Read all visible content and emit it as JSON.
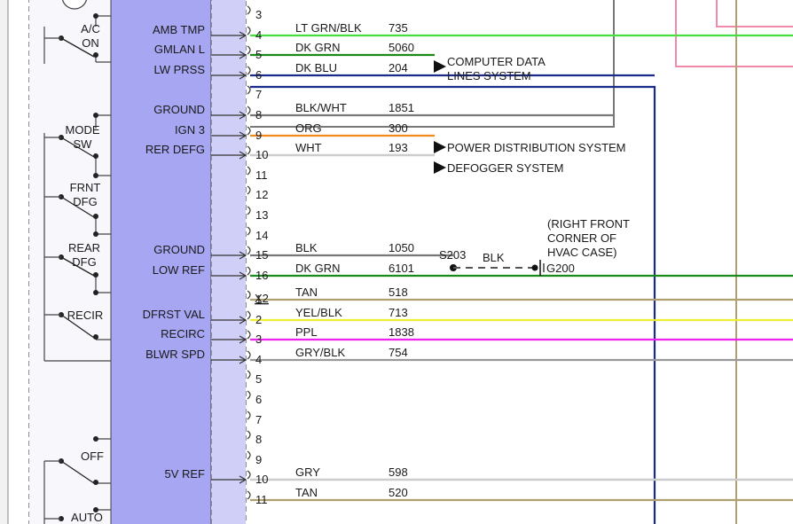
{
  "colors": {
    "module_fill": "#a6a6f2",
    "module_light": "#d6d6f8",
    "connector_fill": "#cfcff7",
    "outline": "#3a3a3a",
    "wire_ltgrn": "#44dd44",
    "wire_dkgrn": "#1a8a1a",
    "wire_dkblu": "#1a2a8a",
    "wire_grey": "#777777",
    "wire_org": "#f08a1a",
    "wire_wht": "#cccccc",
    "wire_tan": "#b0a070",
    "wire_yel": "#eeee33",
    "wire_ppl": "#ee22ee",
    "wire_gryblk": "#999999",
    "wire_pink": "#f08aa8"
  },
  "switches": {
    "ac": "A/C\nON",
    "mode": "MODE\nSW",
    "front_defog": "FRNT\nDFG",
    "rear_defog": "REAR\nDFG",
    "recirc": "RECIR",
    "off": "OFF",
    "auto": "AUTO"
  },
  "pins": [
    {
      "num": "3",
      "label": "",
      "wire": "",
      "circuit": ""
    },
    {
      "num": "4",
      "label": "AMB TMP",
      "wire": "LT GRN/BLK",
      "circuit": "735"
    },
    {
      "num": "5",
      "label": "GMLAN L",
      "wire": "DK GRN",
      "circuit": "5060"
    },
    {
      "num": "6",
      "label": "LW PRSS",
      "wire": "DK BLU",
      "circuit": "204"
    },
    {
      "num": "7",
      "label": "",
      "wire": "",
      "circuit": ""
    },
    {
      "num": "8",
      "label": "GROUND",
      "wire": "BLK/WHT",
      "circuit": "1851"
    },
    {
      "num": "9",
      "label": "IGN 3",
      "wire": "ORG",
      "circuit": "300"
    },
    {
      "num": "10",
      "label": "RER DEFG",
      "wire": "WHT",
      "circuit": "193"
    },
    {
      "num": "11",
      "label": "",
      "wire": "",
      "circuit": ""
    },
    {
      "num": "12",
      "label": "",
      "wire": "",
      "circuit": ""
    },
    {
      "num": "13",
      "label": "",
      "wire": "",
      "circuit": ""
    },
    {
      "num": "14",
      "label": "",
      "wire": "",
      "circuit": ""
    },
    {
      "num": "15",
      "label": "GROUND",
      "wire": "BLK",
      "circuit": "1050"
    },
    {
      "num": "16",
      "label": "LOW REF",
      "wire": "DK GRN",
      "circuit": "6101"
    },
    {
      "num": "1",
      "label": "",
      "wire": "TAN",
      "circuit": "518"
    },
    {
      "num": "2",
      "label": "DFRST VAL",
      "wire": "YEL/BLK",
      "circuit": "713"
    },
    {
      "num": "3",
      "label": "RECIRC",
      "wire": "PPL",
      "circuit": "1838"
    },
    {
      "num": "4",
      "label": "BLWR SPD",
      "wire": "GRY/BLK",
      "circuit": "754"
    },
    {
      "num": "5",
      "label": "",
      "wire": "",
      "circuit": ""
    },
    {
      "num": "6",
      "label": "",
      "wire": "",
      "circuit": ""
    },
    {
      "num": "7",
      "label": "",
      "wire": "",
      "circuit": ""
    },
    {
      "num": "8",
      "label": "",
      "wire": "",
      "circuit": ""
    },
    {
      "num": "9",
      "label": "",
      "wire": "",
      "circuit": ""
    },
    {
      "num": "10",
      "label": "5V REF",
      "wire": "GRY",
      "circuit": "598"
    },
    {
      "num": "11",
      "label": "",
      "wire": "TAN",
      "circuit": "520"
    }
  ],
  "connector_x2": "X2",
  "destinations": {
    "computer_data": "COMPUTER DATA\nLINES SYSTEM",
    "power_distribution": "POWER DISTRIBUTION SYSTEM",
    "defogger": "DEFOGGER SYSTEM"
  },
  "ground": {
    "splice": "S203",
    "wire": "BLK",
    "location": "(RIGHT FRONT\nCORNER OF\nHVAC CASE)",
    "ground_id": "G200"
  }
}
